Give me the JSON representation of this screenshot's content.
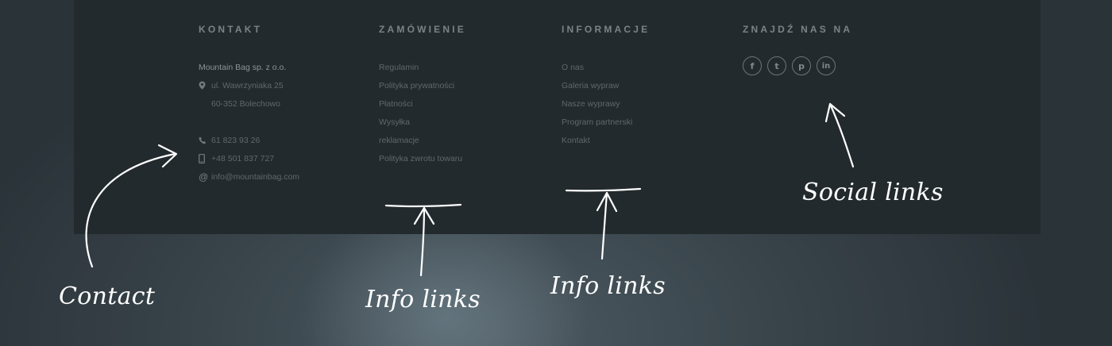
{
  "footer": {
    "contact": {
      "title": "KONTAKT",
      "company": "Mountain Bag sp. z o.o.",
      "street": "ul. Wawrzyniaka 25",
      "city": "60-352 Bolechowo",
      "phone": "61 823 93 26",
      "mobile": "+48 501 837 727",
      "email": "info@mountainbag.com",
      "icons": [
        "map-pin-icon",
        "phone-icon",
        "mobile-icon",
        "at-icon"
      ]
    },
    "order": {
      "title": "ZAMÓWIENIE",
      "links": [
        "Regulamin",
        "Polityka prywatności",
        "Płatności",
        "Wysyłka",
        "reklamacje",
        "Polityka zwrotu towaru"
      ]
    },
    "info": {
      "title": "INFORMACJE",
      "links": [
        "O nas",
        "Galeria wypraw",
        "Nasze wyprawy",
        "Program partnerski",
        "Kontakt"
      ]
    },
    "social": {
      "title": "ZNAJDŹ NAS NA",
      "icons": [
        {
          "name": "facebook-icon",
          "glyph": "f"
        },
        {
          "name": "twitter-icon",
          "glyph": "t"
        },
        {
          "name": "pinterest-icon",
          "glyph": "p"
        },
        {
          "name": "linkedin-icon",
          "glyph": "in"
        }
      ]
    }
  },
  "annotations": {
    "contact": "Contact",
    "info_links_1": "Info links",
    "info_links_2": "Info links",
    "social_links": "Social links"
  },
  "colors": {
    "footer_bg": "#232a2d",
    "title": "#7a8388",
    "link": "#5e686d",
    "annotation": "#ffffff"
  }
}
